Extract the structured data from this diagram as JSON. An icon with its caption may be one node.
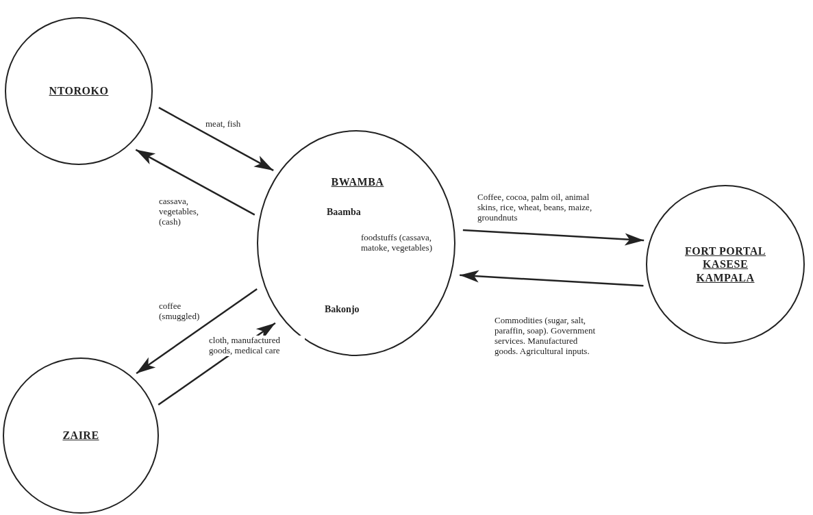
{
  "diagram": {
    "nodes": [
      {
        "text": [
          "NTOROKO"
        ]
      },
      {
        "text": [
          "BWAMBA",
          "Baamba",
          "foodstuffs (cassava, matoke, vegetables)",
          "Bakonjo"
        ]
      },
      {
        "text": [
          "FORT PORTAL KASESE KAMPALA"
        ]
      },
      {
        "text": [
          "ZAIRE"
        ]
      }
    ],
    "edges": [
      {
        "from": 0,
        "to": 1,
        "arrow": "to",
        "label": "meat, fish"
      },
      {
        "from": 1,
        "to": 0,
        "arrow": "to",
        "label": "cassava, vegetables, (cash)"
      },
      {
        "from": 1,
        "to": 2,
        "arrow": "to",
        "label": "Coffee, cocoa, palm oil, animal skins, rice, wheat, beans, maize, groundnuts"
      },
      {
        "from": 2,
        "to": 1,
        "arrow": "to",
        "label": "Commodities (sugar, salt, paraffin, soap). Government services. Manufactured goods. Agricultural inputs."
      },
      {
        "from": 1,
        "to": 3,
        "arrow": "to",
        "label": "coffee (smuggled)"
      },
      {
        "from": 3,
        "to": 1,
        "arrow": "to",
        "label": "cloth, manufactured goods, medical care"
      }
    ]
  }
}
